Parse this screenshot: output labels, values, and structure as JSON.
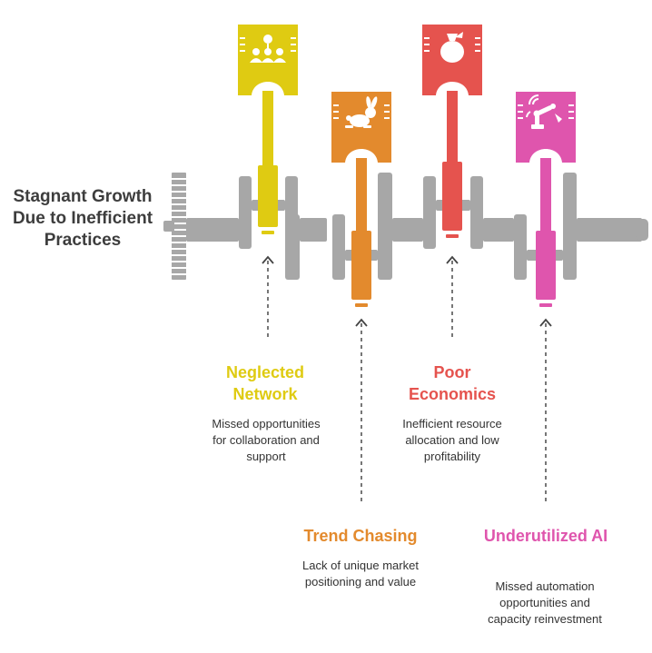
{
  "title": "Stagnant Growth Due to Inefficient Practices",
  "colors": {
    "yellow": "#dfcb12",
    "orange": "#e38a2d",
    "red": "#e5534e",
    "pink": "#df55ad",
    "grey": "#a7a7a7"
  },
  "items": [
    {
      "label": "Neglected Network",
      "description": "Missed opportunities for collaboration and support",
      "icon": "network-people-icon",
      "color": "#dfcb12"
    },
    {
      "label": "Trend Chasing",
      "description": "Lack of unique market positioning and value",
      "icon": "running-rabbit-icon",
      "color": "#e38a2d"
    },
    {
      "label": "Poor Economics",
      "description": "Inefficient resource allocation and low profitability",
      "icon": "money-bag-icon",
      "color": "#e5534e"
    },
    {
      "label": "Underutilized AI",
      "description": "Missed automation opportunities and capacity reinvestment",
      "icon": "robot-arm-icon",
      "color": "#df55ad"
    }
  ]
}
